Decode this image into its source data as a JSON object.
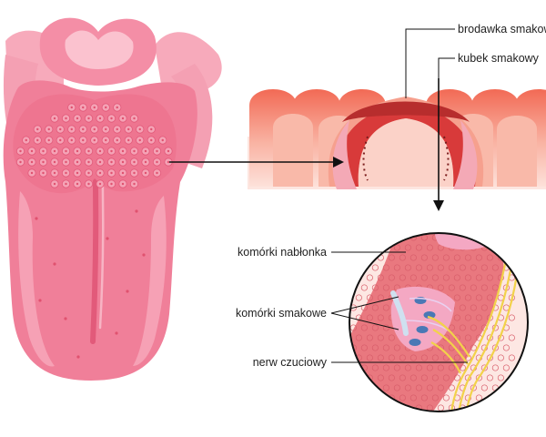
{
  "labels": {
    "taste_papilla": "brodawka smakowa",
    "taste_bud": "kubek smakowy",
    "epithelial_cells": "komórki nabłonka",
    "taste_cells": "komórki smakowe",
    "sensory_nerve": "nerw czuciowy"
  },
  "colors": {
    "tongue_main": "#f07f99",
    "tongue_light": "#f7aabb",
    "tongue_dark": "#e4607f",
    "papilla_orange": "#f0826a",
    "taste_bud_red": "#d83a3a",
    "epithelium": "#e9787f",
    "cell_nucleus": "#4a78b5",
    "nerve_yellow": "#f2d24a",
    "line": "#111111"
  }
}
